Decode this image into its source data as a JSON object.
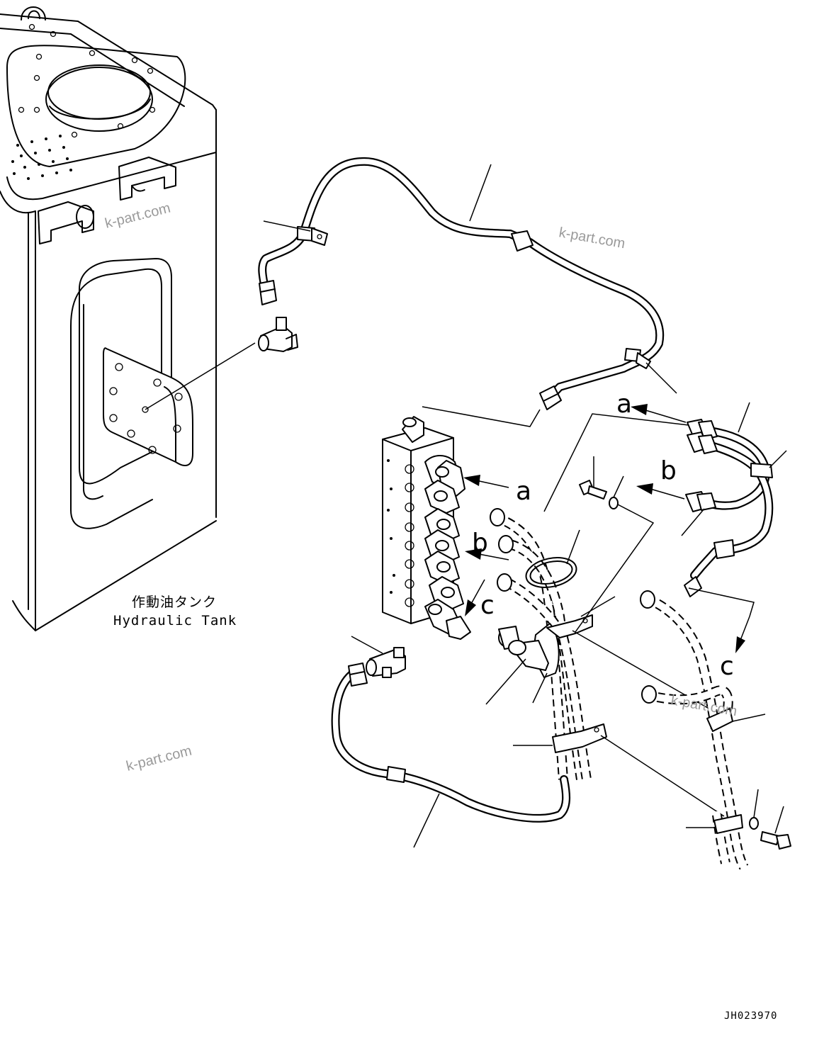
{
  "diagram": {
    "tank_label_jp": "作動油タンク",
    "tank_label_en": "Hydraulic Tank",
    "callouts": {
      "a": "a",
      "b": "b",
      "c": "c"
    },
    "watermark": "k-part.com",
    "drawing_code": "JH023970"
  }
}
